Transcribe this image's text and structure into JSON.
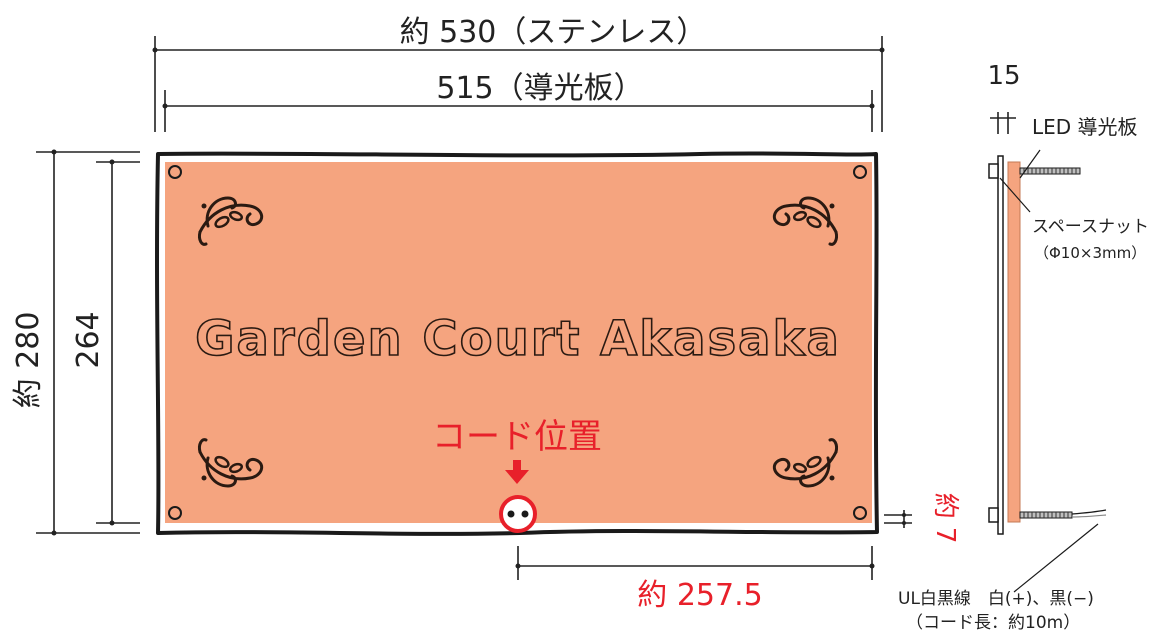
{
  "dimensions": {
    "overall_width": "約 530（ステンレス）",
    "panel_width": "515（導光板）",
    "overall_height": "約 280",
    "panel_height": "264",
    "cord_offset": "約 257.5",
    "bottom_gap": "約 7",
    "side_thickness": "15"
  },
  "plate": {
    "text": "Garden Court Akasaka",
    "colors": {
      "panel": "#f5a47f",
      "frame_outline": "#1a1a1a",
      "stainless": "#ffffff"
    }
  },
  "cord": {
    "label": "コード位置",
    "color": "#e8202a"
  },
  "side_view": {
    "led_label": "LED 導光板",
    "spacer_label": "スペースナット",
    "spacer_spec": "（Φ10×3mm）",
    "wire_label": "UL白黒線　白(+)、黒(−)",
    "cord_length": "（コード長：約10m）"
  }
}
